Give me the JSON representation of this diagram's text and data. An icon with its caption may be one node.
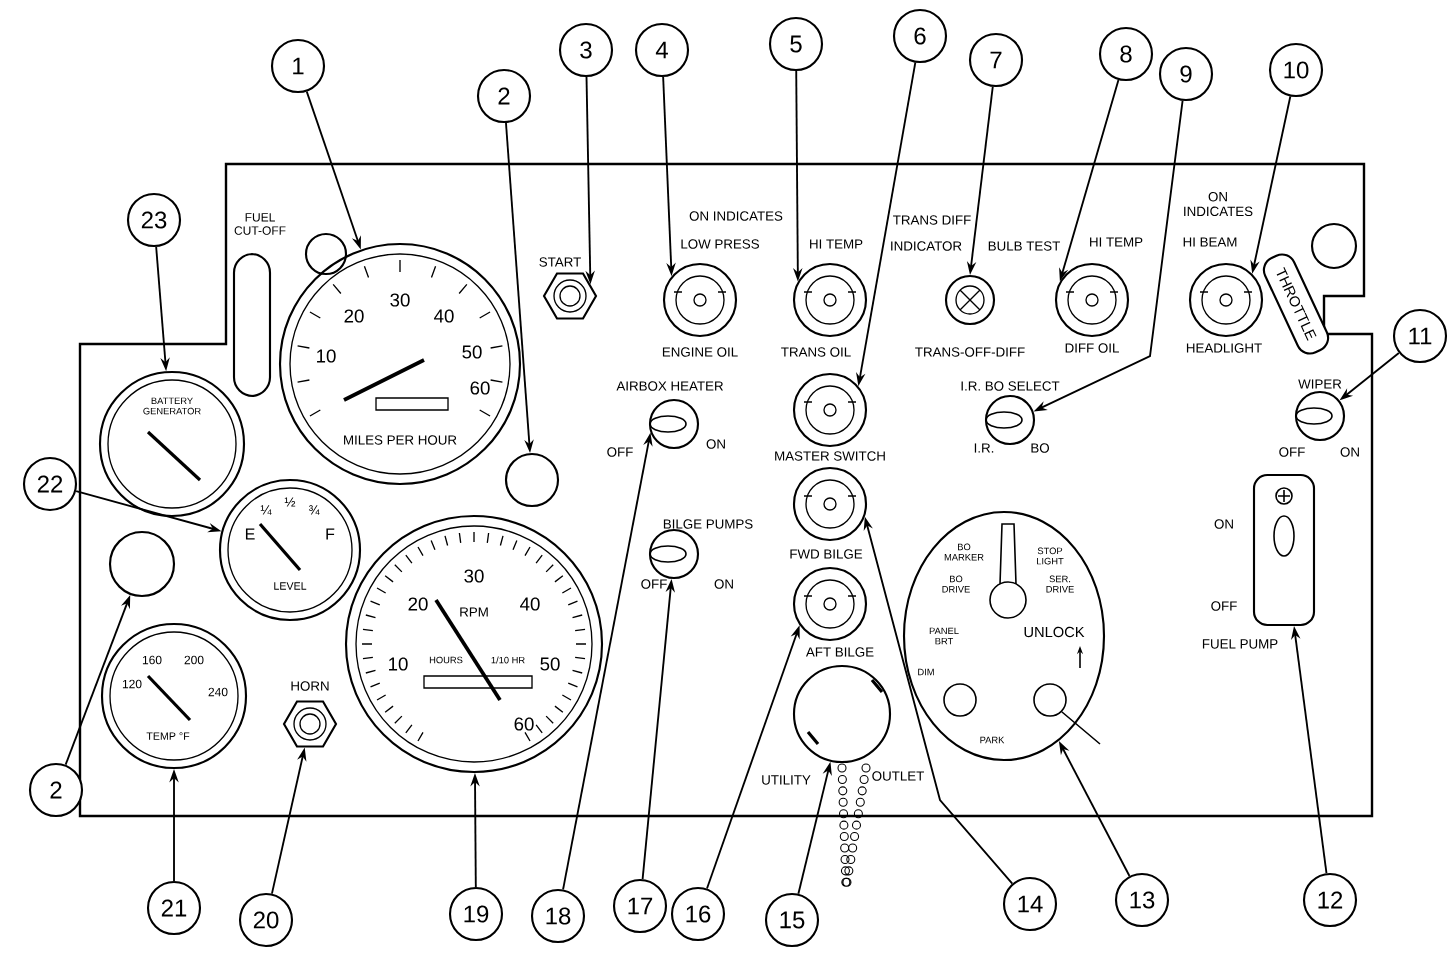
{
  "diagram": {
    "nodes": [
      {
        "text": [
          "1"
        ]
      },
      {
        "text": [
          "2"
        ]
      },
      {
        "text": [
          "3"
        ]
      },
      {
        "text": [
          "4"
        ]
      },
      {
        "text": [
          "5"
        ]
      },
      {
        "text": [
          "6"
        ]
      },
      {
        "text": [
          "7"
        ]
      },
      {
        "text": [
          "8"
        ]
      },
      {
        "text": [
          "9"
        ]
      },
      {
        "text": [
          "10"
        ]
      },
      {
        "text": [
          "11"
        ]
      },
      {
        "text": [
          "12"
        ]
      },
      {
        "text": [
          "13"
        ]
      },
      {
        "text": [
          "14"
        ]
      },
      {
        "text": [
          "15"
        ]
      },
      {
        "text": [
          "16"
        ]
      },
      {
        "text": [
          "17"
        ]
      },
      {
        "text": [
          "18"
        ]
      },
      {
        "text": [
          "19"
        ]
      },
      {
        "text": [
          "20"
        ]
      },
      {
        "text": [
          "21"
        ]
      },
      {
        "text": [
          "22"
        ]
      },
      {
        "text": [
          "23"
        ]
      },
      {
        "text": [
          "2"
        ]
      },
      {
        "text": [],
        "shape": "circle"
      },
      {
        "text": [],
        "shape": "circle"
      },
      {
        "text": [],
        "shape": "hexagon"
      },
      {
        "text": [],
        "shape": "circle"
      },
      {
        "text": [],
        "shape": "circle"
      },
      {
        "text": [],
        "shape": "circle"
      },
      {
        "text": [],
        "shape": "circle"
      },
      {
        "text": [],
        "shape": "circle"
      },
      {
        "text": [],
        "shape": "circle"
      },
      {
        "text": [],
        "shape": "circle"
      },
      {
        "text": [],
        "shape": "circle"
      },
      {
        "text": [],
        "shape": "box"
      },
      {
        "text": [],
        "shape": "ellipse"
      },
      {
        "text": [],
        "shape": "circle"
      },
      {
        "text": [],
        "shape": "circle"
      },
      {
        "text": [],
        "shape": "circle"
      },
      {
        "text": [],
        "shape": "circle"
      },
      {
        "text": [],
        "shape": "circle"
      },
      {
        "text": [],
        "shape": "circle"
      },
      {
        "text": [],
        "shape": "hexagon"
      },
      {
        "text": [],
        "shape": "circle"
      },
      {
        "text": [],
        "shape": "circle"
      },
      {
        "text": [],
        "shape": "circle"
      },
      {
        "text": [],
        "shape": "circle"
      },
      {
        "text": [],
        "shape": "circle"
      },
      {
        "text": [],
        "shape": "circle"
      }
    ],
    "edges": [
      {
        "from": 0,
        "to": 24,
        "arrow": "to"
      },
      {
        "from": 1,
        "to": 25,
        "arrow": "to"
      },
      {
        "from": 2,
        "to": 26,
        "arrow": "to"
      },
      {
        "from": 3,
        "to": 27,
        "arrow": "to"
      },
      {
        "from": 4,
        "to": 28,
        "arrow": "to"
      },
      {
        "from": 5,
        "to": 29,
        "arrow": "to"
      },
      {
        "from": 6,
        "to": 30,
        "arrow": "to"
      },
      {
        "from": 7,
        "to": 31,
        "arrow": "to"
      },
      {
        "from": 8,
        "to": 32,
        "arrow": "to"
      },
      {
        "from": 9,
        "to": 33,
        "arrow": "to"
      },
      {
        "from": 10,
        "to": 34,
        "arrow": "to"
      },
      {
        "from": 11,
        "to": 35,
        "arrow": "to"
      },
      {
        "from": 12,
        "to": 36,
        "arrow": "to"
      },
      {
        "from": 13,
        "to": 37,
        "arrow": "to"
      },
      {
        "from": 14,
        "to": 38,
        "arrow": "to"
      },
      {
        "from": 15,
        "to": 39,
        "arrow": "to"
      },
      {
        "from": 16,
        "to": 40,
        "arrow": "to"
      },
      {
        "from": 17,
        "to": 41,
        "arrow": "to"
      },
      {
        "from": 18,
        "to": 42,
        "arrow": "to"
      },
      {
        "from": 19,
        "to": 43,
        "arrow": "to"
      },
      {
        "from": 20,
        "to": 44,
        "arrow": "to"
      },
      {
        "from": 21,
        "to": 45,
        "arrow": "to"
      },
      {
        "from": 22,
        "to": 46,
        "arrow": "to"
      },
      {
        "from": 23,
        "to": 47,
        "arrow": "to"
      }
    ],
    "labels": [
      "FUEL CUT-OFF",
      "ON INDICATES",
      "ON INDICATES",
      "START",
      "LOW PRESS",
      "HI TEMP",
      "TRANS DIFF",
      "INDICATOR",
      "BULB TEST",
      "HI TEMP",
      "HI BEAM",
      "THROTTLE",
      "ENGINE OIL",
      "TRANS OIL",
      "TRANS-OFF-DIFF",
      "DIFF OIL",
      "HEADLIGHT",
      "AIRBOX HEATER",
      "OFF",
      "ON",
      "I.R. BO SELECT",
      "I.R.",
      "BO",
      "WIPER",
      "OFF",
      "ON",
      "MASTER SWITCH",
      "BILGE PUMPS",
      "OFF",
      "ON",
      "FWD BILGE",
      "AFT BILGE",
      "ON",
      "OFF",
      "FUEL PUMP",
      "BO MARKER",
      "STOP LIGHT",
      "BO DRIVE",
      "SER. DRIVE",
      "PANEL BRT",
      "UNLOCK",
      "DIM",
      "PARK",
      "UTILITY",
      "OUTLET",
      "HORN",
      "10",
      "20",
      "30",
      "40",
      "50",
      "60",
      "MILES PER HOUR",
      "BATTERY GENERATOR",
      "E",
      "¼",
      "½",
      "¾",
      "F",
      "LEVEL",
      "120",
      "160",
      "200",
      "240",
      "TEMP °F",
      "10",
      "20",
      "30",
      "40",
      "50",
      "60",
      "RPM",
      "HOURS",
      "1/10 HR"
    ]
  }
}
